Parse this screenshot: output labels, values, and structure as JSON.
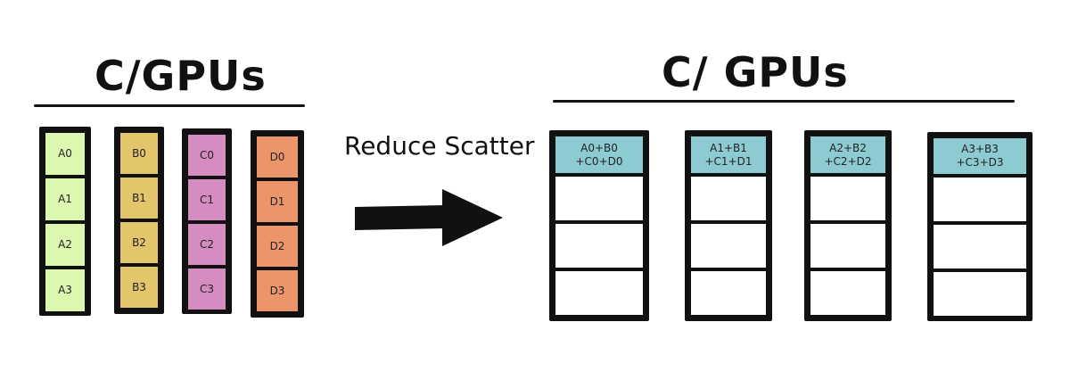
{
  "left_group": {
    "title": "C/GPUs",
    "gpus": [
      {
        "cells": [
          "A0",
          "A1",
          "A2",
          "A3"
        ]
      },
      {
        "cells": [
          "B0",
          "B1",
          "B2",
          "B3"
        ]
      },
      {
        "cells": [
          "C0",
          "C1",
          "C2",
          "C3"
        ]
      },
      {
        "cells": [
          "D0",
          "D1",
          "D2",
          "D3"
        ]
      }
    ]
  },
  "operation": {
    "label": "Reduce Scatter"
  },
  "right_group": {
    "title": "C/ GPUs",
    "gpus": [
      {
        "cells": [
          "A0+B0\n+C0+D0",
          "",
          "",
          ""
        ]
      },
      {
        "cells": [
          "A1+B1\n+C1+D1",
          "",
          "",
          ""
        ]
      },
      {
        "cells": [
          "A2+B2\n+C2+D2",
          "",
          "",
          ""
        ]
      },
      {
        "cells": [
          "A3+B3\n+C3+D3",
          "",
          "",
          ""
        ]
      }
    ]
  },
  "colors": {
    "gpu_a": "#dcf7b0",
    "gpu_b": "#e3c56c",
    "gpu_c": "#d58cc1",
    "gpu_d": "#ec946a",
    "reduced": "#8ccbd2",
    "empty": "#ffffff",
    "ink": "#111111"
  }
}
